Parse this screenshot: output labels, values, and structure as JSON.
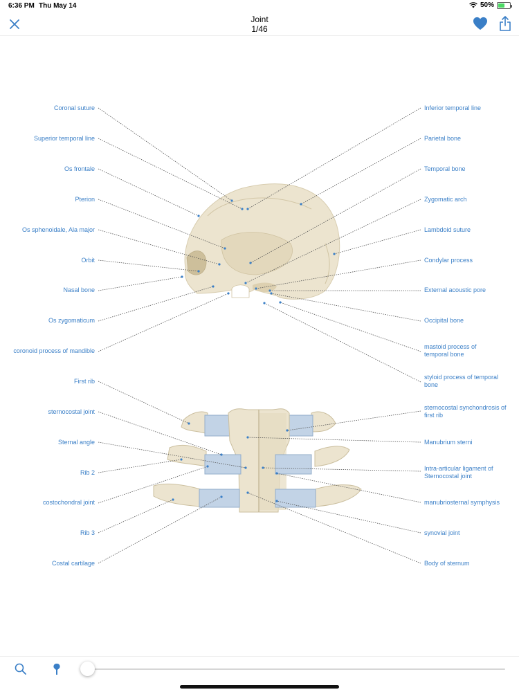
{
  "status": {
    "time": "6:36 PM",
    "date": "Thu May 14",
    "battery_text": "50%",
    "battery_level": 0.5
  },
  "nav": {
    "title": "Joint",
    "counter": "1/46",
    "accent": "#3a7fc7"
  },
  "skull_labels_left": [
    "Coronal suture",
    "Superior temporal line",
    "Os frontale",
    "Pterion",
    "Os sphenoidale, Ala major",
    "Orbit",
    "Nasal bone",
    "Os zygomaticum",
    "coronoid process of mandible"
  ],
  "skull_labels_right": [
    "Inferior temporal line",
    "Parietal bone",
    "Temporal bone",
    "Zygomatic arch",
    "Lambdoid suture",
    "Condylar process",
    "External acoustic pore",
    "Occipital bone",
    "mastoid process of temporal bone",
    "styloid process of temporal bone"
  ],
  "sternum_labels_left": [
    "First rib",
    "sternocostal joint",
    "Sternal angle",
    "Rib 2",
    "costochondral joint",
    "Rib 3",
    "Costal cartilage"
  ],
  "sternum_labels_right": [
    "sternocostal synchondrosis of first rib",
    "Manubrium sterni",
    "Intra-articular ligament of Sternocostal joint",
    "manubriosternal symphysis",
    "synovial joint",
    "Body of sternum"
  ],
  "slider": {
    "value": 0
  },
  "icons": {
    "close": "close-icon",
    "favorite": "heart-icon",
    "share": "share-icon",
    "search": "search-icon",
    "pin": "pin-icon",
    "wifi": "wifi-icon",
    "battery": "battery-icon"
  }
}
